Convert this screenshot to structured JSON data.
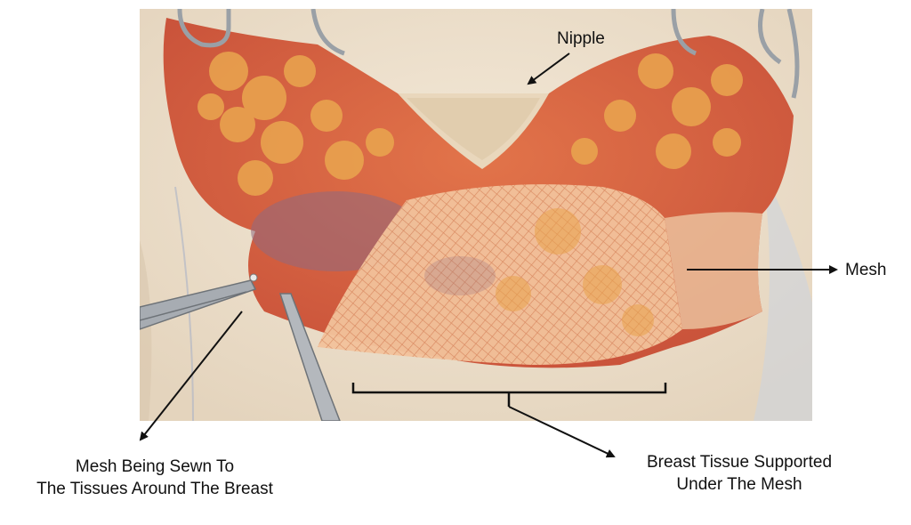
{
  "labels": {
    "nipple": "Nipple",
    "mesh": "Mesh",
    "sewn": [
      "Mesh Being Sewn To",
      "The Tissues Around The Breast"
    ],
    "supported": [
      "Breast Tissue Supported",
      "Under The Mesh"
    ]
  },
  "colors": {
    "background": "#ffffff",
    "skin": "#eee3d1",
    "tissue": "#d9603f",
    "fat": "#e8a04a",
    "mesh": "#f0b98d",
    "arrow": "#111111"
  }
}
